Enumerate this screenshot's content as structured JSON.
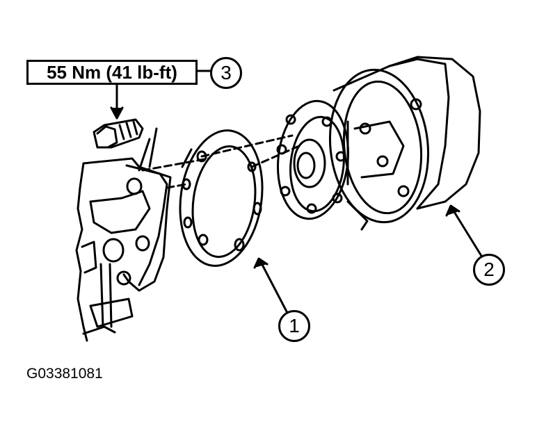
{
  "diagram": {
    "torque_spec": "55 Nm (41 lb-ft)",
    "callouts": {
      "c1": "1",
      "c2": "2",
      "c3": "3"
    },
    "figure_id": "G03381081"
  }
}
